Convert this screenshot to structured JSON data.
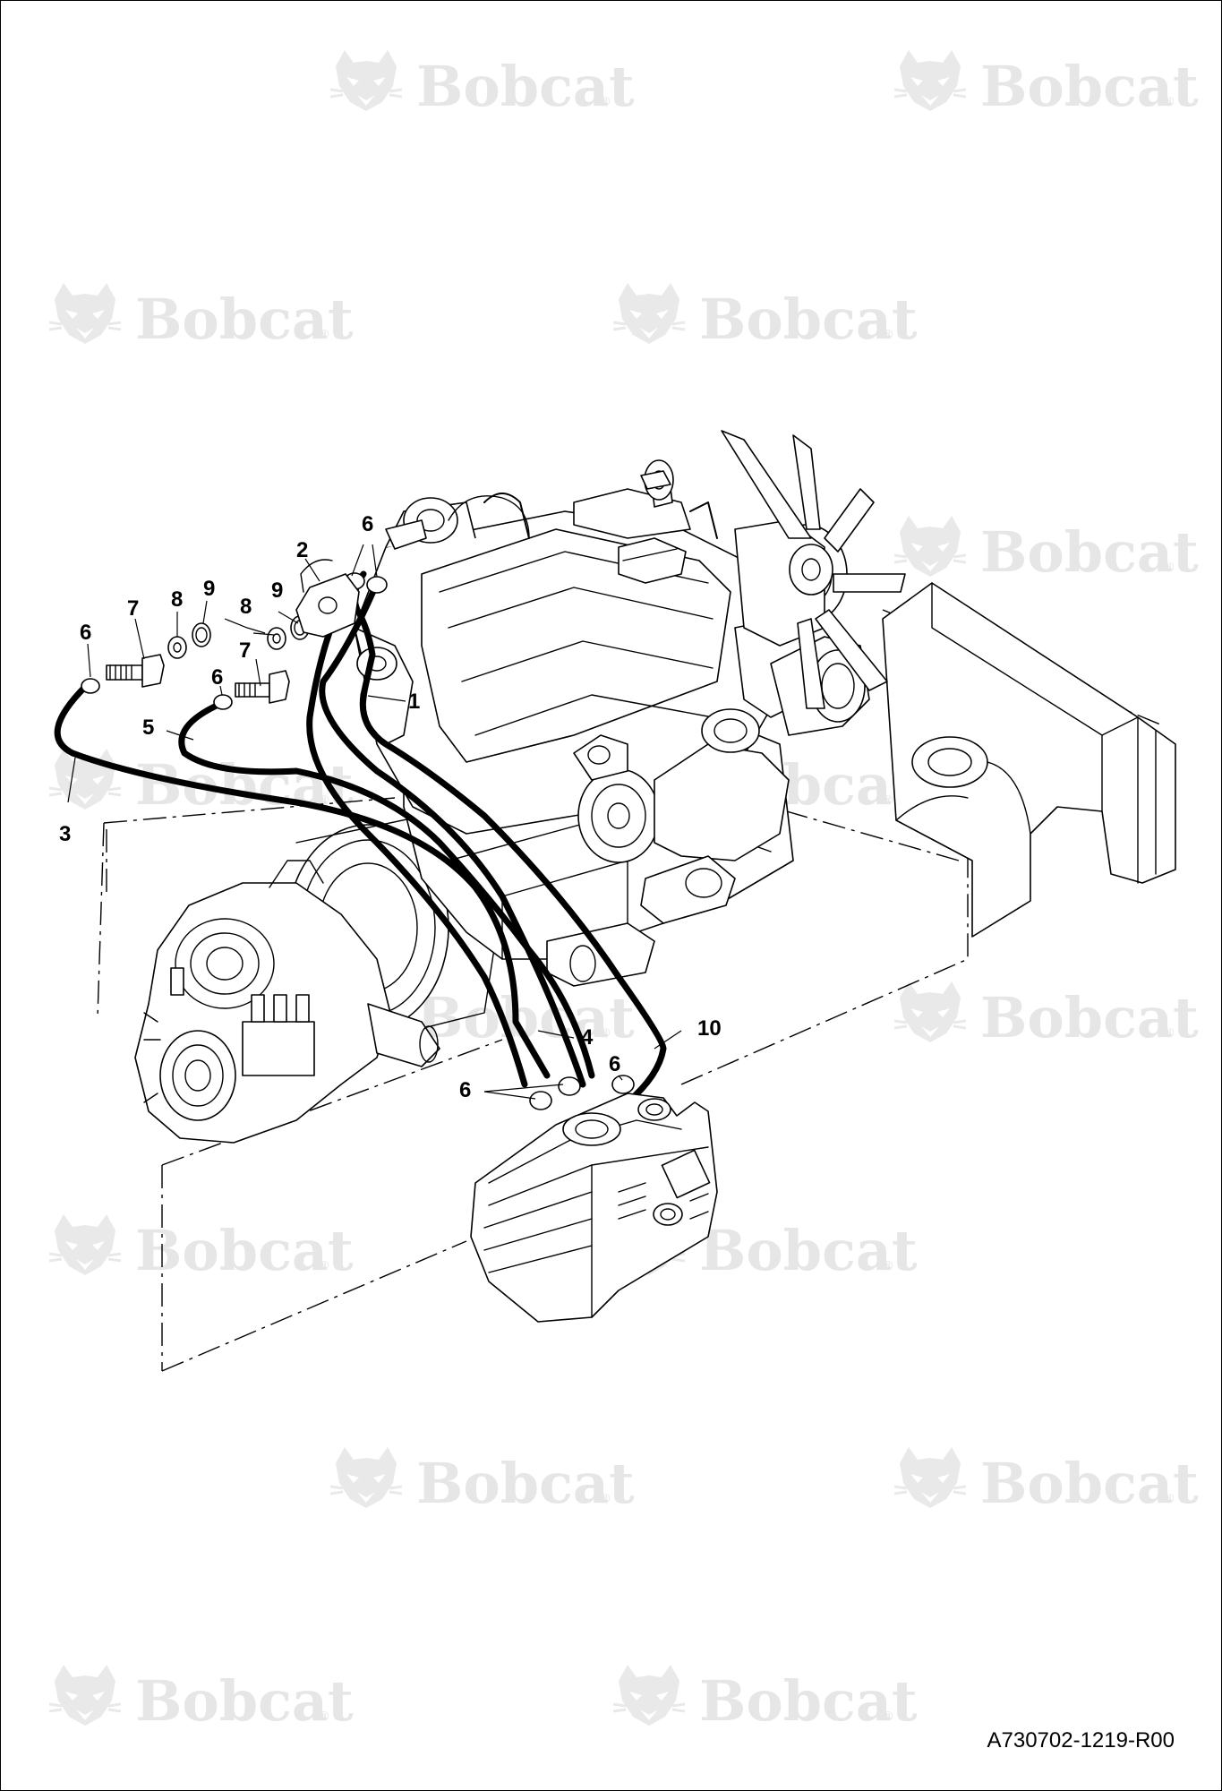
{
  "watermark": {
    "brand": "Bobcat",
    "mark": "®",
    "icon": "bobcat-head-logo"
  },
  "reference_code": "A730702-1219-R00",
  "callouts": [
    {
      "id": "c1",
      "text": "1"
    },
    {
      "id": "c2",
      "text": "2"
    },
    {
      "id": "c3",
      "text": "3"
    },
    {
      "id": "c4",
      "text": "4"
    },
    {
      "id": "c5",
      "text": "5"
    },
    {
      "id": "c6a",
      "text": "6"
    },
    {
      "id": "c6b",
      "text": "6"
    },
    {
      "id": "c6c",
      "text": "6"
    },
    {
      "id": "c6d",
      "text": "6"
    },
    {
      "id": "c6e",
      "text": "6"
    },
    {
      "id": "c7a",
      "text": "7"
    },
    {
      "id": "c7b",
      "text": "7"
    },
    {
      "id": "c8a",
      "text": "8"
    },
    {
      "id": "c8b",
      "text": "8"
    },
    {
      "id": "c9a",
      "text": "9"
    },
    {
      "id": "c9b",
      "text": "9"
    },
    {
      "id": "c10",
      "text": "10"
    }
  ]
}
